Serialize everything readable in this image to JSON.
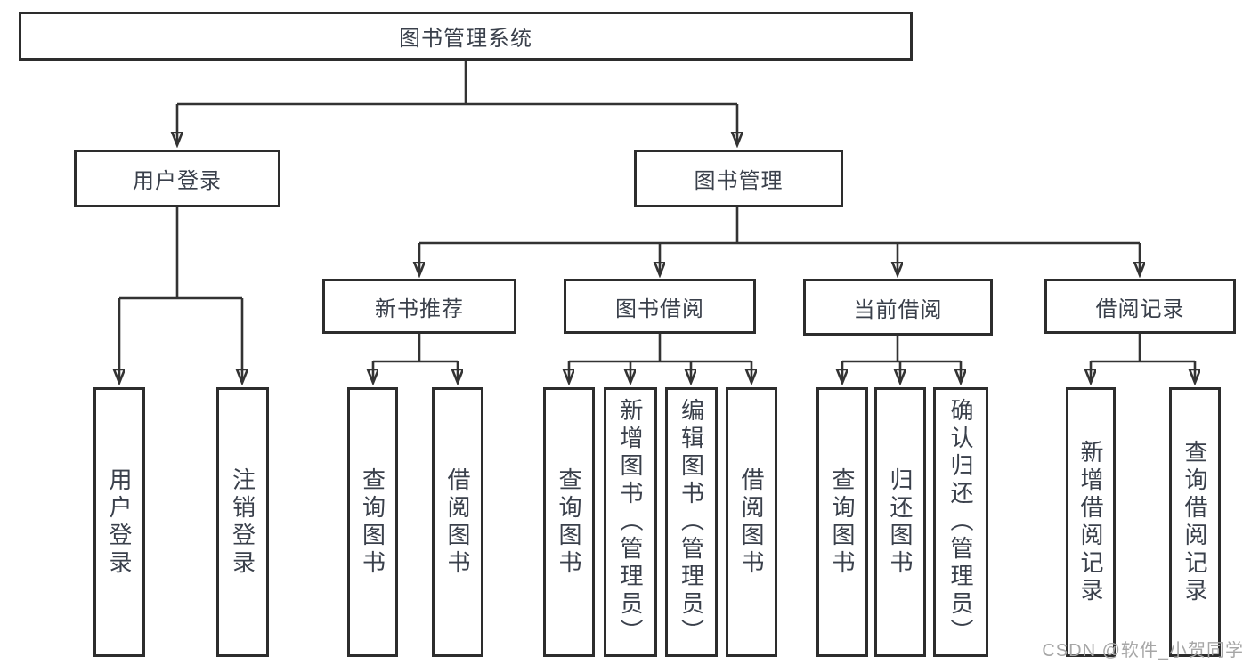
{
  "tree": {
    "label": "图书管理系统",
    "children": [
      {
        "label": "用户登录",
        "children": [
          {
            "label": "用户登录"
          },
          {
            "label": "注销登录"
          }
        ]
      },
      {
        "label": "图书管理",
        "children": [
          {
            "label": "新书推荐",
            "children": [
              {
                "label": "查询图书"
              },
              {
                "label": "借阅图书"
              }
            ]
          },
          {
            "label": "图书借阅",
            "children": [
              {
                "label": "查询图书"
              },
              {
                "label": "新增图书（管理员）"
              },
              {
                "label": "编辑图书（管理员）"
              },
              {
                "label": "借阅图书"
              }
            ]
          },
          {
            "label": "当前借阅",
            "children": [
              {
                "label": "查询图书"
              },
              {
                "label": "归还图书"
              },
              {
                "label": "确认归还（管理员）"
              }
            ]
          },
          {
            "label": "借阅记录",
            "children": [
              {
                "label": "新增借阅记录"
              },
              {
                "label": "查询借阅记录"
              }
            ]
          }
        ]
      }
    ]
  },
  "watermark": {
    "text": "CSDN @软件_小贺同学"
  },
  "colors": {
    "box_border": "#2d2d2d",
    "connector_line": "#333333",
    "text": "#3a404b",
    "watermark_text": "#a6a6a6",
    "background": "#ffffff"
  }
}
